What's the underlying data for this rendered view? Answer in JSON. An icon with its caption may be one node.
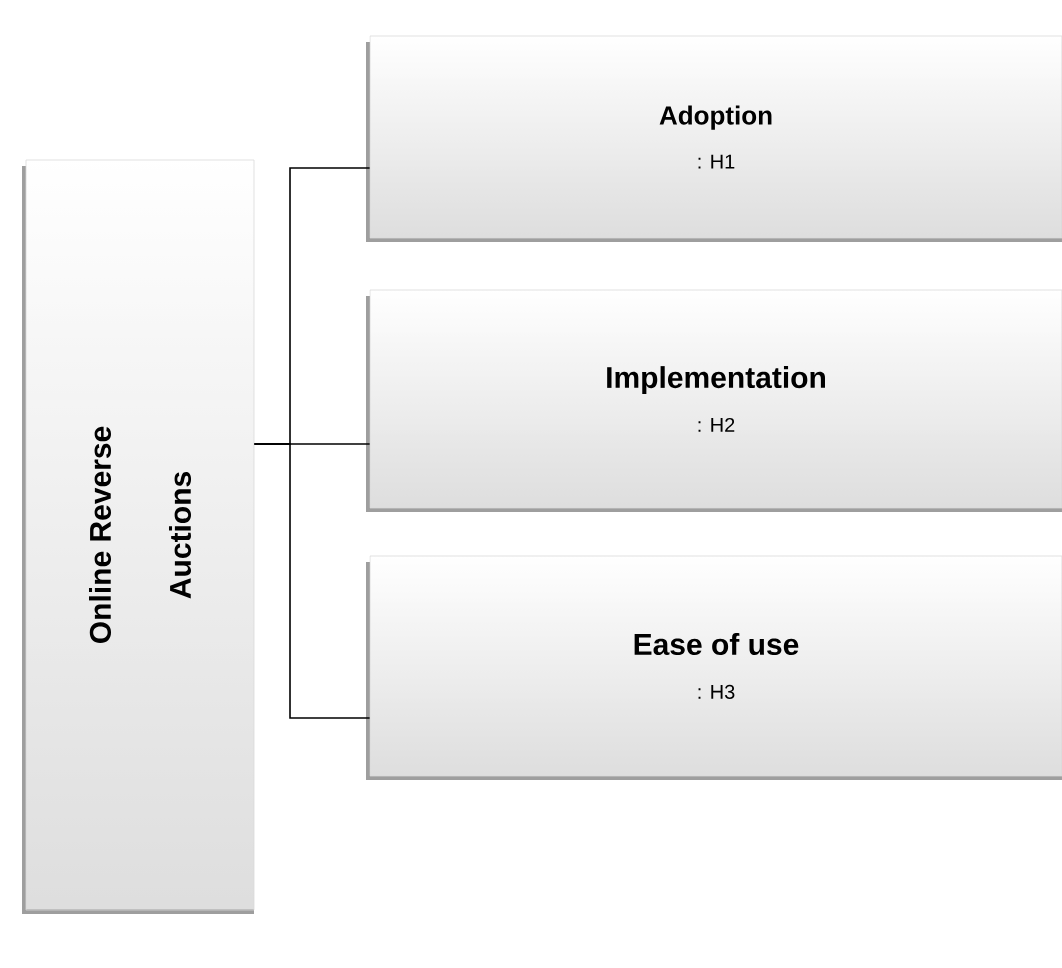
{
  "diagram": {
    "nodes": [
      {
        "text": [
          "Online Reverse Auctions"
        ]
      },
      {
        "text": [
          "Adoption",
          ": H1"
        ]
      },
      {
        "text": [
          "Implementation",
          ": H2"
        ]
      },
      {
        "text": [
          "Ease of use",
          ": H3"
        ]
      }
    ],
    "edges": [
      {
        "from": 0,
        "to": 1,
        "arrow": "none"
      },
      {
        "from": 0,
        "to": 2,
        "arrow": "none"
      },
      {
        "from": 0,
        "to": 3,
        "arrow": "none"
      }
    ]
  }
}
